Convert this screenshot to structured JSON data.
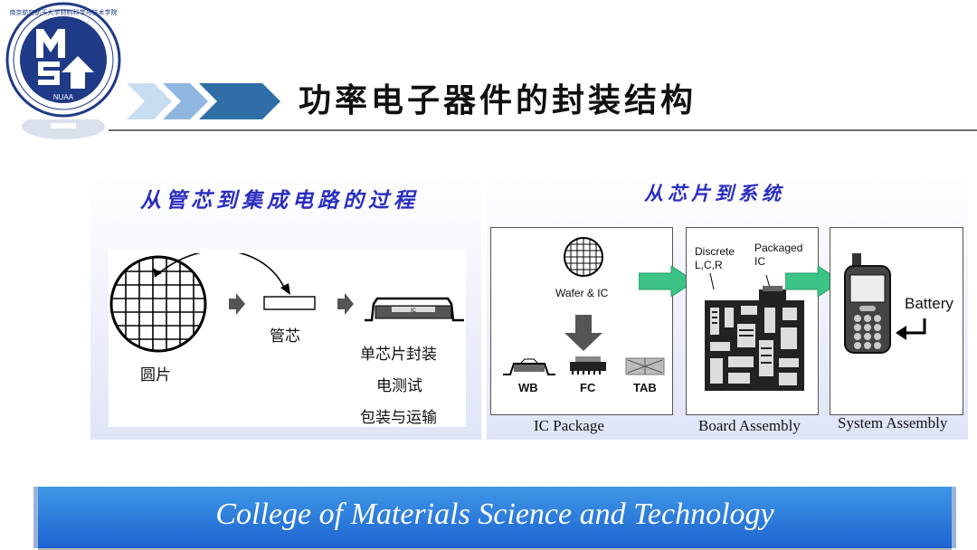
{
  "header": {
    "title": "功率电子器件的封装结构",
    "logo_letters": "NUAA",
    "logo_ring_text": "南京航空航天大学材料科学与技术学院"
  },
  "left_panel": {
    "heading": "从管芯到集成电路的过程",
    "wafer_label": "圆片",
    "die_label": "管芯",
    "package_chip_text": "IC",
    "steps": [
      "单芯片封装",
      "电测试",
      "包装与运输"
    ]
  },
  "right_panel": {
    "heading": "从芯片到系统",
    "ic_package": {
      "wafer_label": "Wafer & IC",
      "types": [
        "WB",
        "FC",
        "TAB"
      ],
      "caption": "IC Package"
    },
    "board_assembly": {
      "discrete_label_1": "Discrete",
      "discrete_label_2": "L,C,R",
      "packaged_label_1": "Packaged",
      "packaged_label_2": "IC",
      "caption": "Board Assembly"
    },
    "system_assembly": {
      "battery_label": "Battery",
      "caption": "System Assembly"
    }
  },
  "footer": {
    "text": "College of Materials Science and Technology"
  },
  "colors": {
    "heading_blue": "#2a2ec0",
    "footer_blue": "#2a7adf",
    "chevron_blue": "#2f6ea7",
    "arrow_green": "#3cc486",
    "logo_navy": "#1f3a86"
  }
}
